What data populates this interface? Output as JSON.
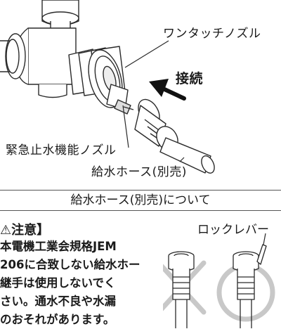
{
  "diagram": {
    "one_touch_nozzle_label": "ワンタッチノズル",
    "connection_label": "接続",
    "emergency_nozzle_label": "緊急止水機能ノズル",
    "hose_label": "給水ホース(別売)"
  },
  "section": {
    "title": "給水ホース(別売)について"
  },
  "caution": {
    "title": "⚠注意】",
    "lines": [
      "本電機工業会規格JEM",
      "206に合致しない給水ホー",
      "継手は使用しないでく",
      "さい。通水不良や水漏",
      "のおそれがあります。"
    ]
  },
  "compare": {
    "lock_lever_label": "ロックレバー",
    "wrong_mark": "×",
    "right_mark": "○"
  },
  "colors": {
    "line": "#2a2a2a",
    "mark_gray": "#c8c8c8"
  }
}
